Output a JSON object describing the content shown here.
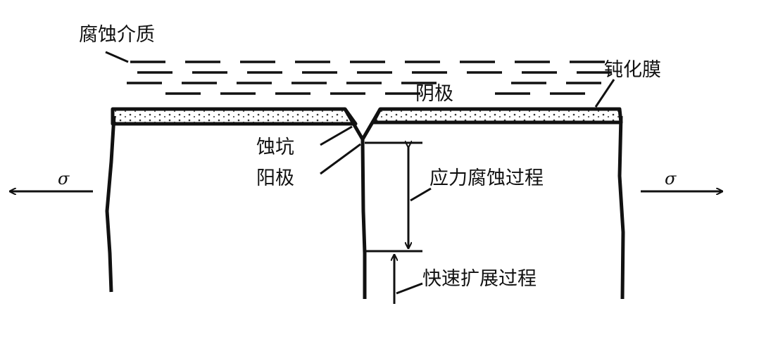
{
  "labels": {
    "corrosive_medium": "腐蚀介质",
    "passive_film": "钝化膜",
    "cathode": "阴极",
    "pit": "蚀坑",
    "anode": "阳极",
    "scc_process": "应力腐蚀过程",
    "fast_propagation": "快速扩展过程",
    "stress_left": "σ",
    "stress_right": "σ"
  },
  "colors": {
    "ink": "#111111",
    "background": "#ffffff"
  }
}
